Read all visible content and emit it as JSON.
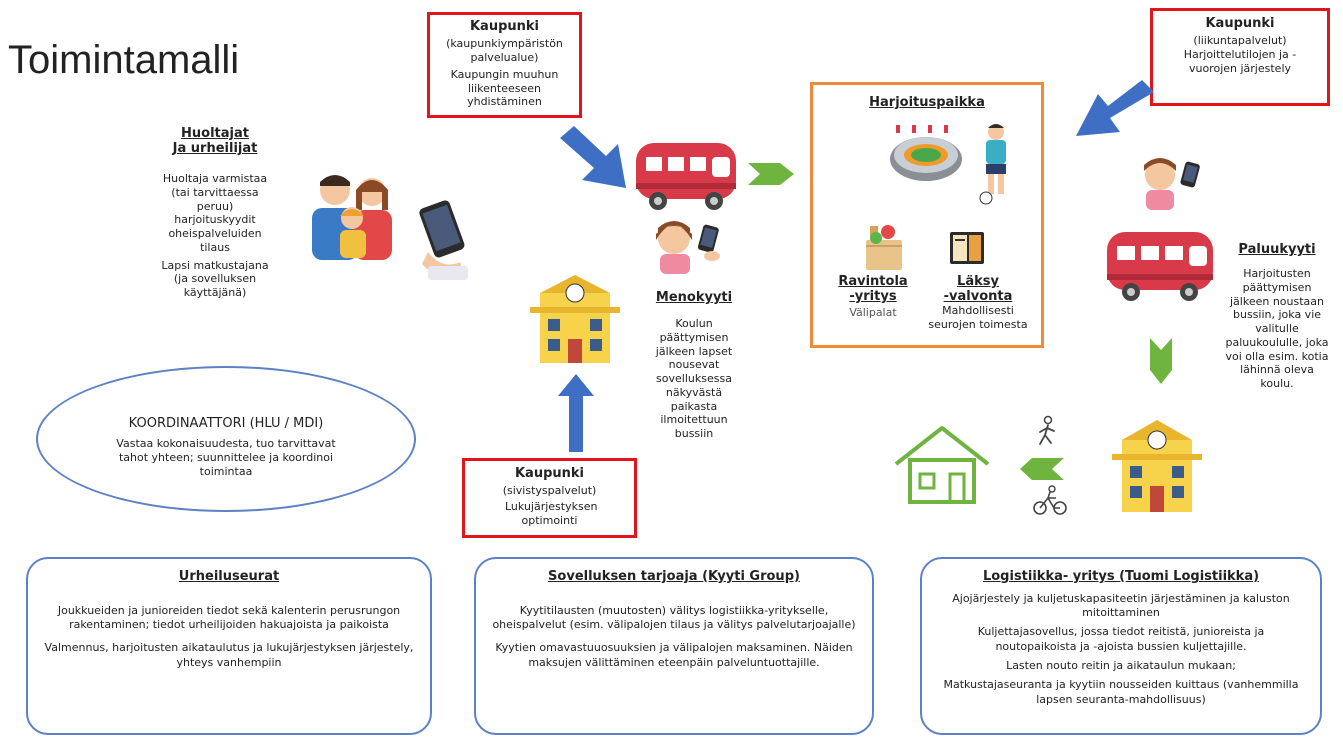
{
  "title": "Toimintamalli",
  "box_city_env": {
    "head": "Kaupunki",
    "sub": "(kaupunkiympäristön palvelualue)",
    "text": "Kaupungin muuhun liikenteeseen yhdistäminen"
  },
  "box_city_sports": {
    "head": "Kaupunki",
    "sub": "(liikuntapalvelut)",
    "text": "Harjoittelutilojen ja -vuorojen järjestely"
  },
  "box_city_edu": {
    "head": "Kaupunki",
    "sub": "(sivistyspalvelut)",
    "text": "Lukujärjestyksen optimointi"
  },
  "guardians": {
    "title_1": "Huoltajat",
    "title_2": "Ja urheilijat",
    "text_1": "Huoltaja varmistaa (tai tarvittaessa peruu) harjoituskyydit oheispalveluiden tilaus",
    "text_2": "Lapsi matkustajana (ja sovelluksen käyttäjänä)"
  },
  "training": {
    "title": "Harjoituspaikka",
    "restaurant_1": "Ravintola",
    "restaurant_2": "-yritys",
    "restaurant_sub": "Välipalat",
    "homework_1": "Läksy",
    "homework_2": "-valvonta",
    "homework_sub": "Mahdollisesti seurojen toimesta"
  },
  "menokyyti": {
    "title": "Menokyyti",
    "text": "Koulun päättymisen jälkeen lapset nousevat sovelluksessa näkyvästä paikasta ilmoitettuun bussiin"
  },
  "paluukyyti": {
    "title": "Paluukyyti",
    "text": "Harjoitusten päättymisen jälkeen noustaan bussiin, joka vie valitulle paluukoululle, joka voi olla esim. kotia lähinnä oleva koulu."
  },
  "coordinator": {
    "title": "KOORDINAATTORI (HLU / MDI)",
    "text": "Vastaa kokonaisuudesta, tuo tarvittavat tahot yhteen; suunnittelee ja koordinoi toimintaa"
  },
  "clubs": {
    "title": "Urheiluseurat",
    "p1": "Joukkueiden ja junioreiden tiedot sekä kalenterin perusrungon rakentaminen; tiedot urheilijoiden hakuajoista ja paikoista",
    "p2": "Valmennus, harjoitusten aikataulutus ja lukujärjestyksen järjestely, yhteys vanhempiin"
  },
  "app_provider": {
    "title": "Sovelluksen tarjoaja (Kyyti Group)",
    "p1": "Kyytitilausten (muutosten) välitys logistiikka-yritykselle, oheispalvelut (esim. välipalojen tilaus ja välitys palvelutarjoajalle)",
    "p2": "Kyytien omavastuuosuuksien ja välipalojen maksaminen. Näiden maksujen välittäminen eteenpäin palveluntuottajille."
  },
  "logistics": {
    "title": "Logistiikka- yritys (Tuomi Logistiikka)",
    "p1": "Ajojärjestely ja kuljetuskapasiteetin järjestäminen ja kaluston mitoittaminen",
    "p2": "Kuljettajasovellus, jossa tiedot reitistä, junioreista ja noutopaikoista ja -ajoista bussien kuljettajille.",
    "p3": "Lasten nouto reitin ja aikataulun mukaan;",
    "p4": "Matkustajaseuranta ja kyytiin nousseiden kuittaus (vanhemmilla lapsen seuranta-mahdollisuus)"
  },
  "colors": {
    "red": "#e4141b",
    "orange": "#ef8a3a",
    "blue_arrow": "#3f6fc4",
    "green_arrow": "#6fb43f",
    "outline": "#5b82c4"
  }
}
